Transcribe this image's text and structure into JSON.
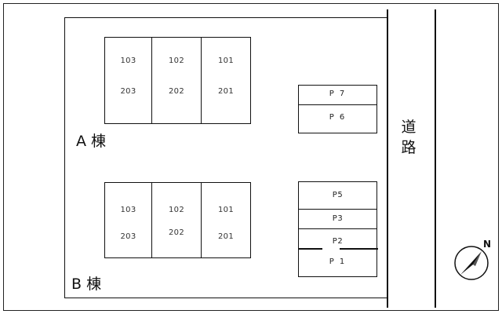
{
  "building_a": {
    "label": "A 棟",
    "upper_rooms": [
      "103",
      "102",
      "101"
    ],
    "lower_rooms": [
      "203",
      "202",
      "201"
    ]
  },
  "building_b": {
    "label": "B 棟",
    "upper_rooms": [
      "103",
      "102",
      "101"
    ],
    "lower_rooms": [
      "203",
      "202",
      "201"
    ]
  },
  "parking_top": [
    "P 7",
    "P 6"
  ],
  "parking_bottom": [
    "P5",
    "P3",
    "P2",
    "P 1"
  ],
  "road": {
    "char1": "道",
    "char2": "路"
  },
  "compass": {
    "north": "N",
    "icon": "north-arrow-icon"
  }
}
